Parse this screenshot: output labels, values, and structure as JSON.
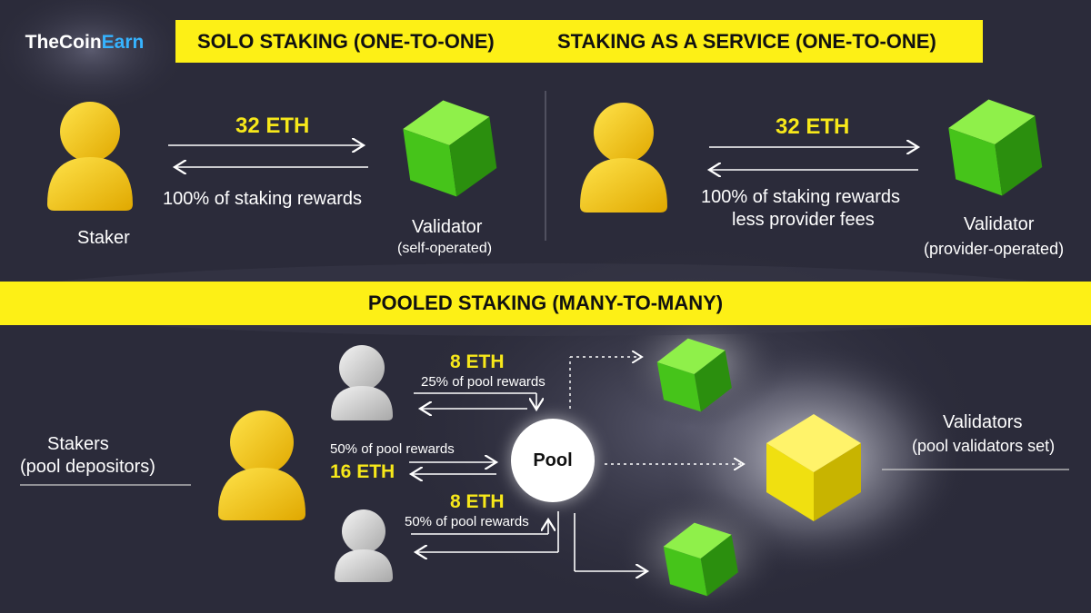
{
  "brand": {
    "name_part1": "TheCoin",
    "name_part2": "Earn"
  },
  "banners": {
    "solo": "SOLO STAKING (ONE-TO-ONE)",
    "saas": "STAKING AS A SERVICE (ONE-TO-ONE)",
    "pooled": "POOLED STAKING (MANY-TO-MANY)"
  },
  "solo": {
    "deposit": "32 ETH",
    "rewards": "100% of staking rewards",
    "staker": "Staker",
    "validator": "Validator",
    "validator_note": "(self-operated)"
  },
  "saas": {
    "deposit": "32 ETH",
    "rewards_line1": "100% of staking rewards",
    "rewards_line2": "less provider fees",
    "validator": "Validator",
    "validator_note": "(provider-operated)"
  },
  "pooled": {
    "stakers": "Stakers",
    "stakers_note": "(pool depositors)",
    "top_deposit": "8 ETH",
    "top_rewards": "25% of pool rewards",
    "mid_rewards": "50% of pool rewards",
    "mid_deposit": "16 ETH",
    "bottom_deposit": "8 ETH",
    "bottom_rewards": "50% of pool rewards",
    "pool": "Pool",
    "validators": "Validators",
    "validators_note": "(pool validators set)"
  },
  "colors": {
    "accent_yellow": "#f7e81a",
    "banner_yellow": "#fdf016",
    "cube_green": "#52d11e",
    "cube_yellow": "#f0e010",
    "person_yellow": "#f5c800",
    "person_gray": "#cfcfcf",
    "background": "#2b2b3a",
    "brand_blue": "#36b3ff"
  },
  "icons": [
    "person-icon",
    "cube-icon",
    "arrow-icon"
  ]
}
